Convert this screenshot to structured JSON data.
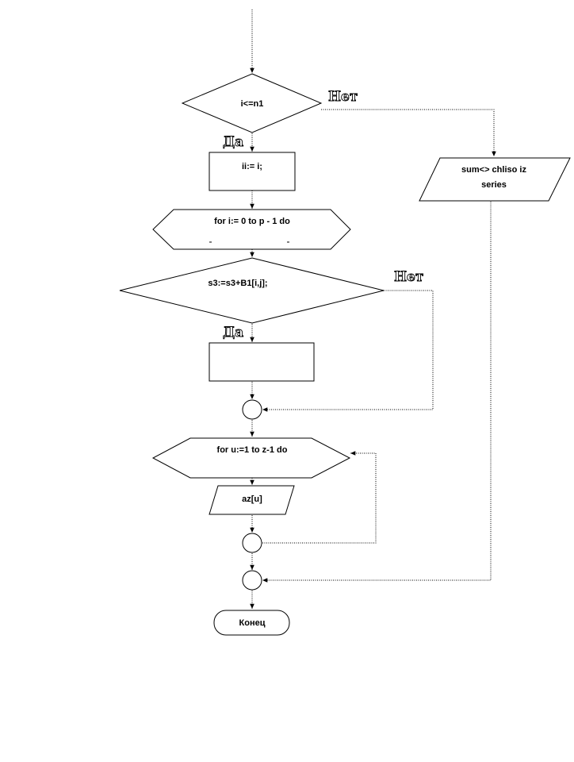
{
  "flowchart": {
    "decision_1": "i<=n1",
    "process_1": "ii:= i;",
    "loop_1": "for i:= 0 to p - 1 do",
    "decision_2": "s3:=s3+B1[i,j];",
    "process_2": "",
    "loop_2": "for u:=1 to z-1 do",
    "output_1": "az[u]",
    "output_2_line1": "sum<> chliso iz",
    "output_2_line2": "series",
    "terminator": "Конец",
    "yes_label": "Да",
    "no_label": "Нет"
  }
}
